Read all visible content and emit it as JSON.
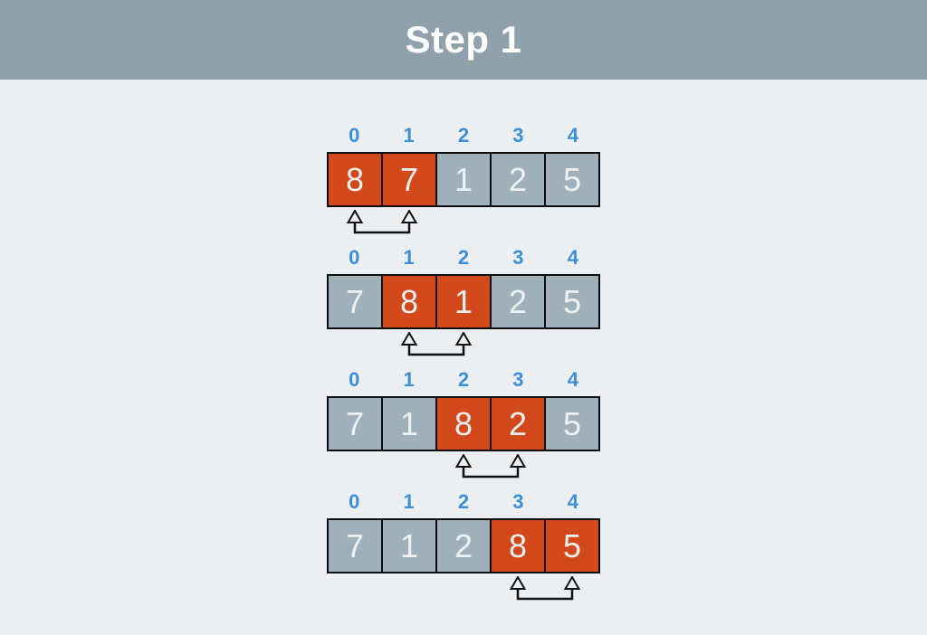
{
  "header": {
    "title": "Step 1"
  },
  "colors": {
    "header_bg": "#8fa1ab",
    "page_bg": "#eceff1",
    "cell_default_bg": "#9fb0ba",
    "cell_highlight_bg": "#d3491b",
    "cell_border": "#0e0e0e",
    "cell_text": "#edf1f2",
    "index_text": "#3d8ed9",
    "arrow_stroke": "#111111",
    "title_text": "#ffffff"
  },
  "diagram": {
    "type": "bubble-sort-step",
    "indices": [
      "0",
      "1",
      "2",
      "3",
      "4"
    ],
    "rows": [
      {
        "values": [
          "8",
          "7",
          "1",
          "2",
          "5"
        ],
        "highlight": [
          0,
          1
        ],
        "swap": [
          0,
          1
        ]
      },
      {
        "values": [
          "7",
          "8",
          "1",
          "2",
          "5"
        ],
        "highlight": [
          1,
          2
        ],
        "swap": [
          1,
          2
        ]
      },
      {
        "values": [
          "7",
          "1",
          "8",
          "2",
          "5"
        ],
        "highlight": [
          2,
          3
        ],
        "swap": [
          2,
          3
        ]
      },
      {
        "values": [
          "7",
          "1",
          "2",
          "8",
          "5"
        ],
        "highlight": [
          3,
          4
        ],
        "swap": [
          3,
          4
        ]
      }
    ]
  }
}
